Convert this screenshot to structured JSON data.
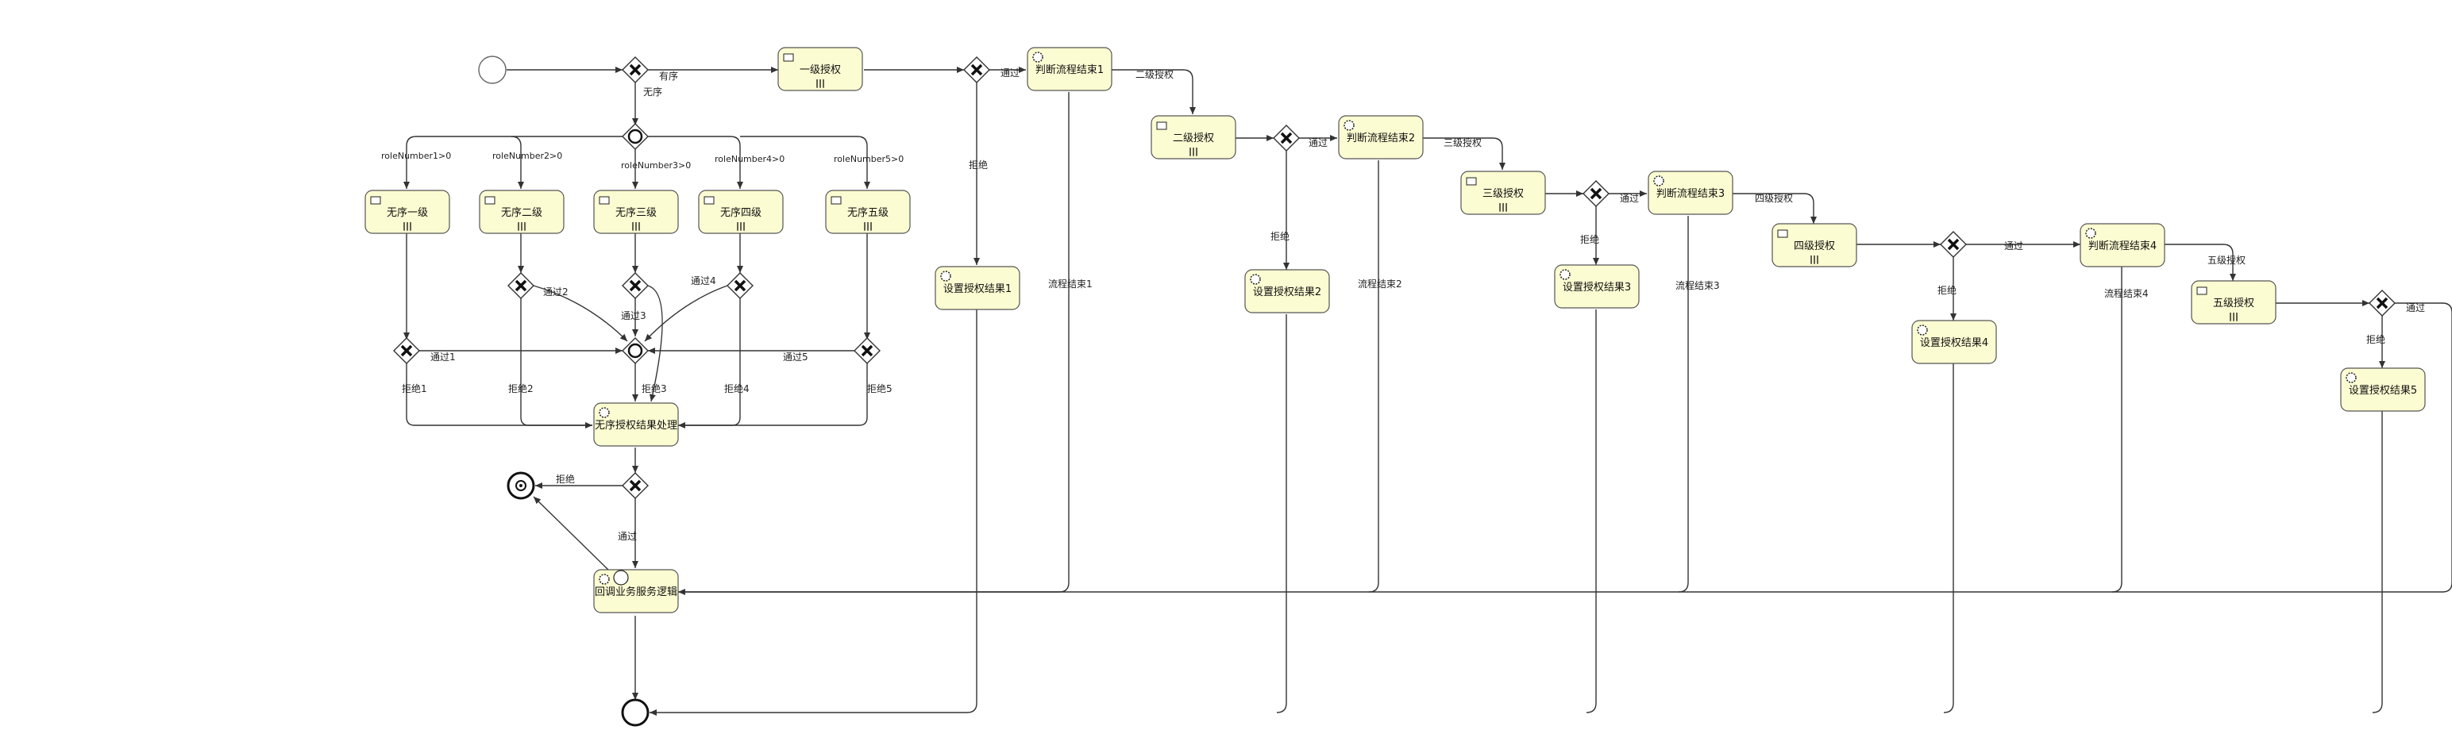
{
  "tasks": {
    "t_level1": "一级授权",
    "t_judge1": "判断流程结束1",
    "t_level2": "二级授权",
    "t_judge2": "判断流程结束2",
    "t_level3": "三级授权",
    "t_judge3": "判断流程结束3",
    "t_level4": "四级授权",
    "t_judge4": "判断流程结束4",
    "t_level5": "五级授权",
    "t_set1": "设置授权结果1",
    "t_set2": "设置授权结果2",
    "t_set3": "设置授权结果3",
    "t_set4": "设置授权结果4",
    "t_set5": "设置授权结果5",
    "t_u1": "无序一级",
    "t_u2": "无序二级",
    "t_u3": "无序三级",
    "t_u4": "无序四级",
    "t_u5": "无序五级",
    "t_unordered_result": "无序授权结果处理",
    "t_callback": "回调业务服务逻辑"
  },
  "labels": {
    "ordered": "有序",
    "unordered": "无序",
    "role1": "roleNumber1>0",
    "role2": "roleNumber2>0",
    "role3": "roleNumber3>0",
    "role4": "roleNumber4>0",
    "role5": "roleNumber5>0",
    "pass": "通过",
    "reject": "拒绝",
    "pass1": "通过1",
    "pass2": "通过2",
    "pass3": "通过3",
    "pass4": "通过4",
    "pass5": "通过5",
    "reject1": "拒绝1",
    "reject2": "拒绝2",
    "reject3": "拒绝3",
    "reject4": "拒绝4",
    "reject5": "拒绝5",
    "to_level2": "二级授权",
    "to_level3": "三级授权",
    "to_level4": "四级授权",
    "to_level5": "五级授权",
    "end1": "流程结束1",
    "end2": "流程结束2",
    "end3": "流程结束3",
    "end4": "流程结束4",
    "pass_last": "通过",
    "reject_last": "拒绝"
  }
}
